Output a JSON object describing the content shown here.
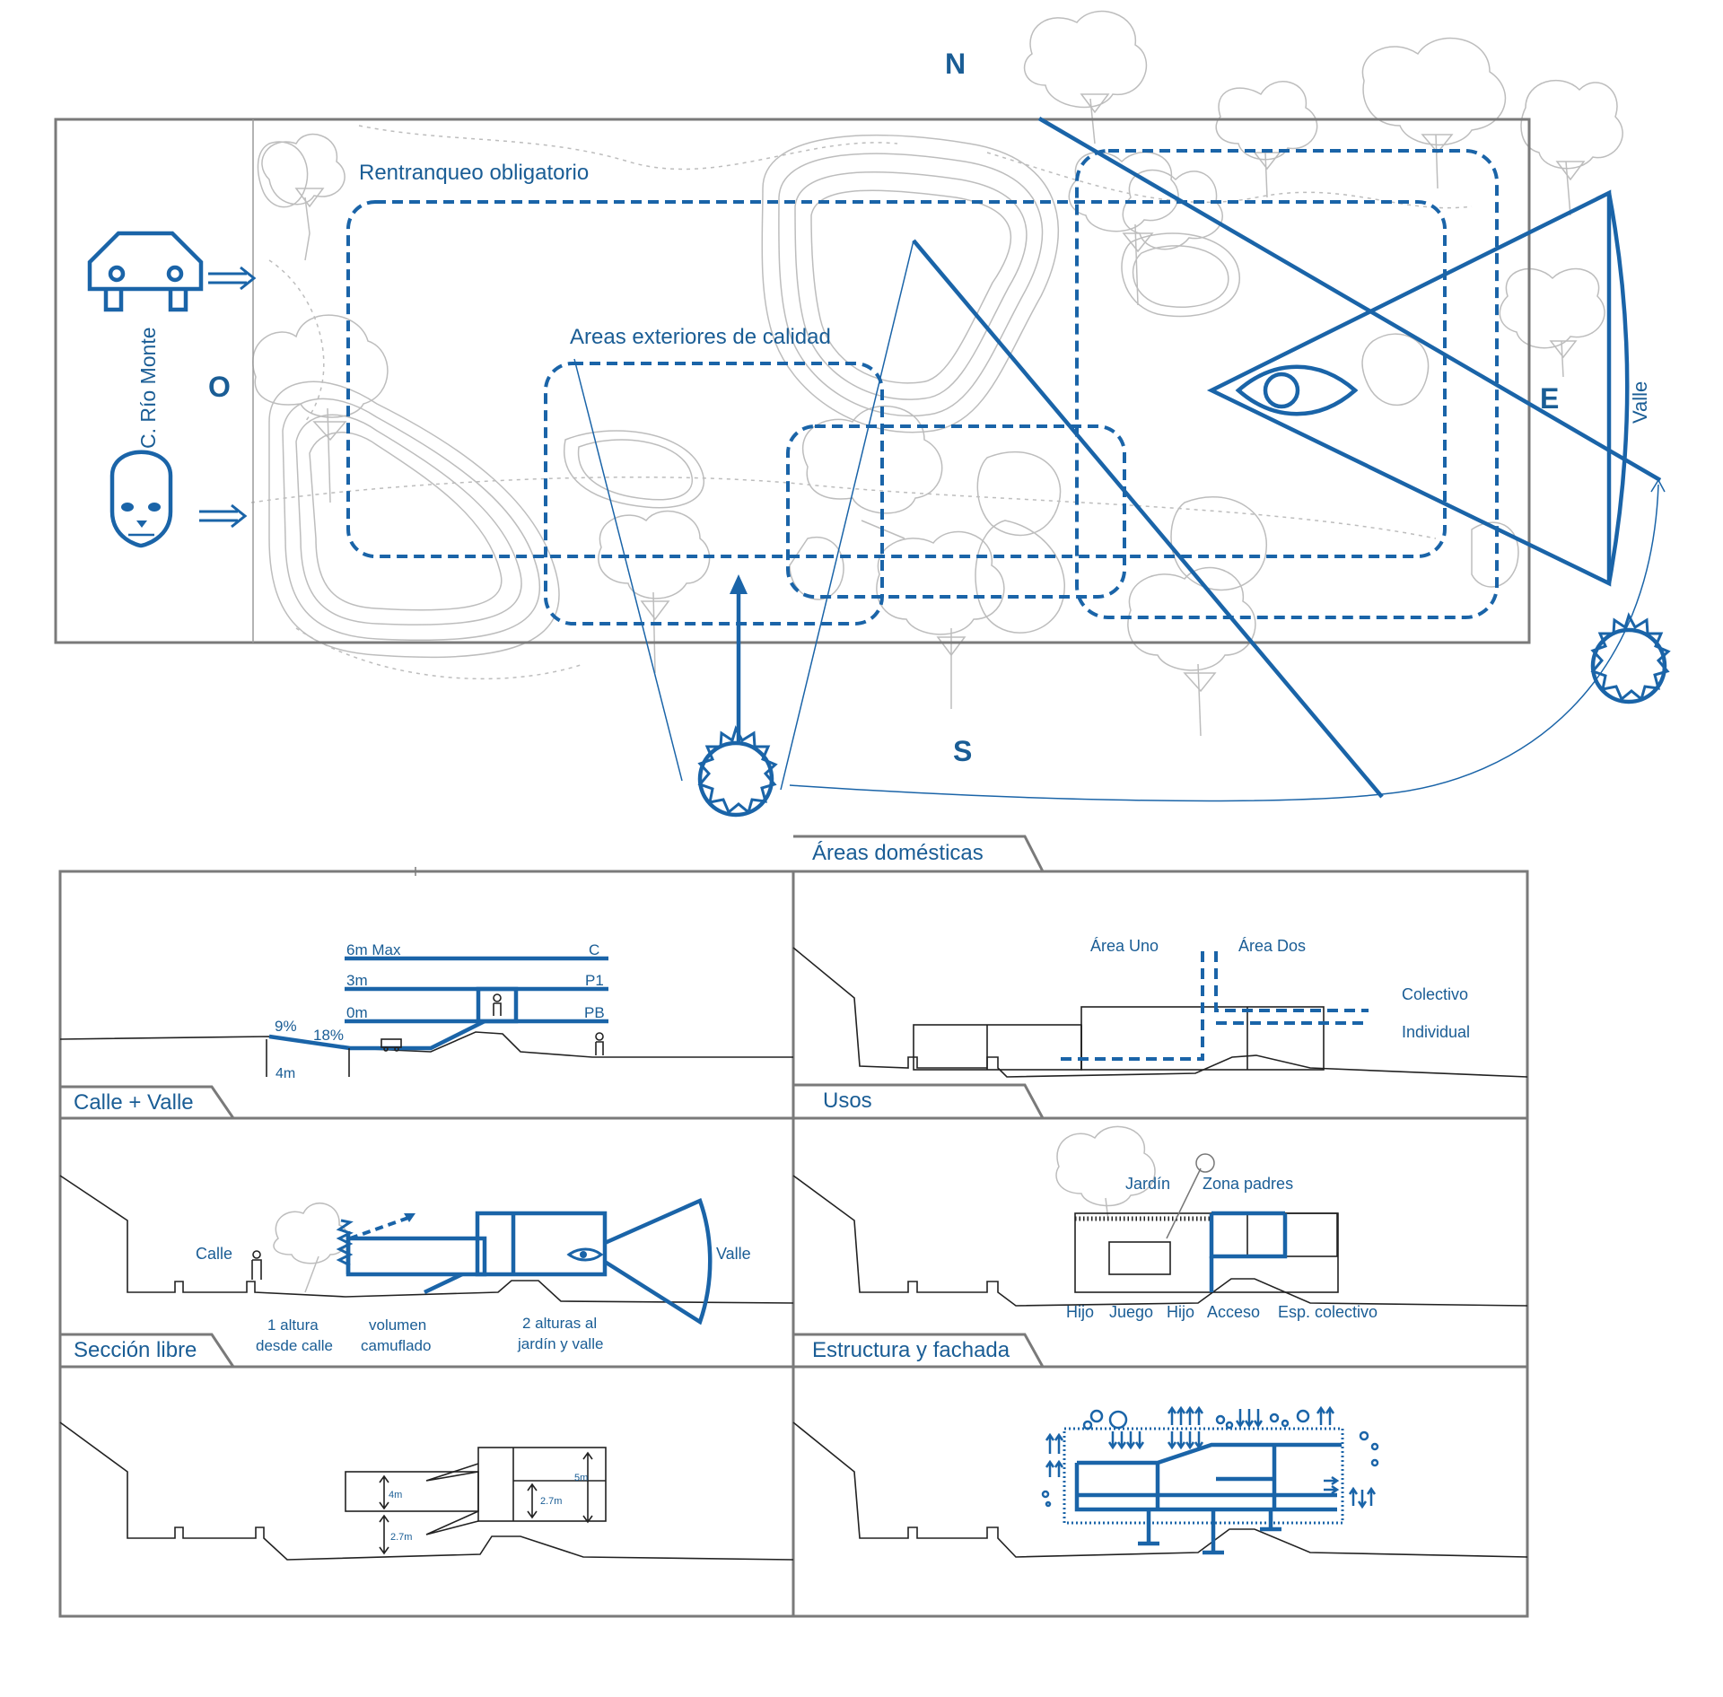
{
  "colors": {
    "accent": "#1a64a8",
    "frame": "#7a7a7a",
    "terrain": "#bdbdbd",
    "ink": "#222222"
  },
  "site_plan": {
    "north": "N",
    "south": "S",
    "east": "E",
    "west": "O",
    "setback_label": "Rentranqueo obligatorio",
    "exterior_label": "Areas exteriores de calidad",
    "street_label": "C. Río Monte",
    "valley_label": "Valle",
    "icons": [
      "car-icon",
      "face-icon",
      "sun-icon",
      "eye-icon",
      "tree-icon"
    ]
  },
  "panels": {
    "p1": {
      "title": "Calle + Valle",
      "level_c_name": "6m Max",
      "level_c_code": "C",
      "level_p1_name": "3m",
      "level_p1_code": "P1",
      "level_pb_name": "0m",
      "level_pb_code": "PB",
      "slope_a": "9%",
      "slope_b": "18%",
      "dim": "4m"
    },
    "p2": {
      "title": "Áreas domésticas",
      "area_one": "Área Uno",
      "area_two": "Área Dos",
      "collective": "Colectivo",
      "individual": "Individual"
    },
    "p3": {
      "title": "Sección libre",
      "street": "Calle",
      "valley": "Valle",
      "note1_l1": "1 altura",
      "note1_l2": "desde calle",
      "note2_l1": "volumen",
      "note2_l2": "camuflado",
      "note3_l1": "2 alturas al",
      "note3_l2": "jardín y valle"
    },
    "p4": {
      "title": "Usos",
      "garden": "Jardín",
      "parents": "Zona padres",
      "u1": "Hijo",
      "u2": "Juego",
      "u3": "Hijo",
      "u4": "Acceso",
      "u5": "Esp. colectivo"
    },
    "p5": {
      "title": "Estructura y fachada",
      "d1": "4m",
      "d2": "2.7m",
      "d3": "2.7m",
      "d4": "5m"
    }
  }
}
